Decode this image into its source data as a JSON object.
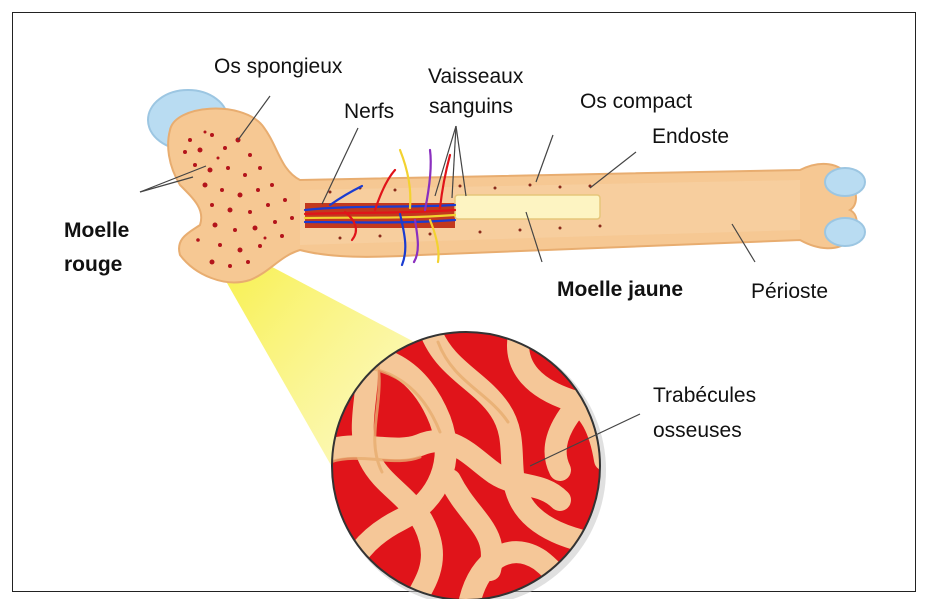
{
  "labels": {
    "spongy_bone": "Os spongieux",
    "nerves": "Nerfs",
    "blood_vessels_line1": "Vaisseaux",
    "blood_vessels_line2": "sanguins",
    "compact_bone": "Os compact",
    "endosteum": "Endoste",
    "red_marrow_line1": "Moelle",
    "red_marrow_line2": "rouge",
    "yellow_marrow": "Moelle jaune",
    "periosteum": "Périoste",
    "trabeculae_line1": "Trabécules",
    "trabeculae_line2": "osseuses"
  },
  "colors": {
    "bone": "#f6c893",
    "bone_dark": "#e8ad70",
    "cartilage": "#b9dcf2",
    "red_marrow": "#b3141b",
    "yellow_marrow": "#fdf4c2",
    "magnifier_beam": "#f7ef3e",
    "blood_red": "#e0141a",
    "trabecula": "#f5c798",
    "leader_line": "#444444"
  }
}
